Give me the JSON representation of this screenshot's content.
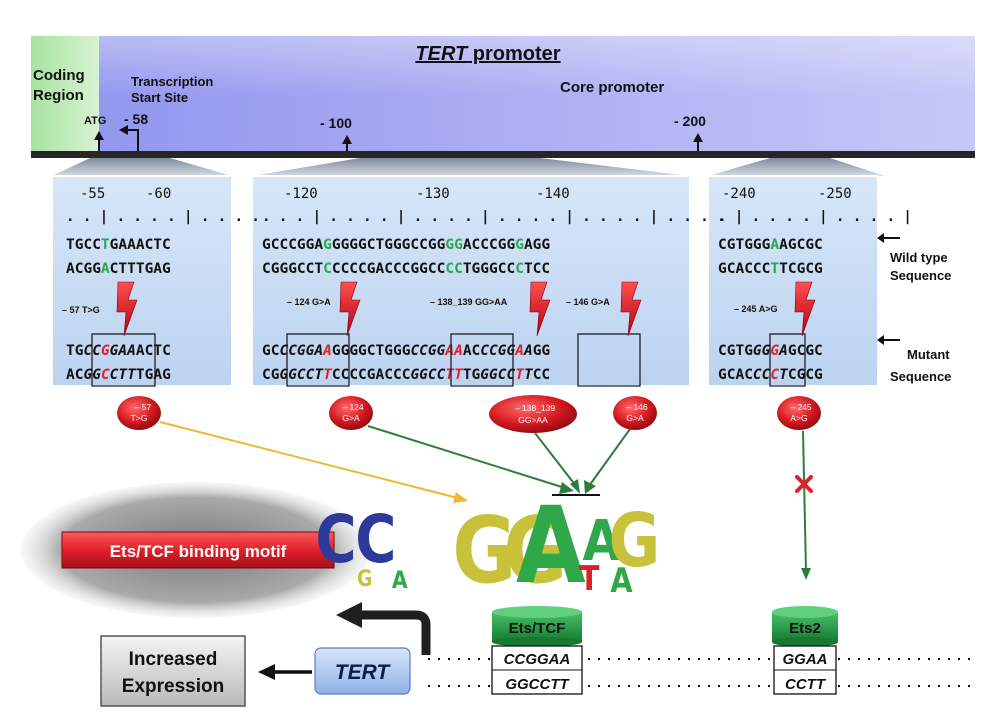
{
  "header": {
    "title_italic": "TERT",
    "title_rest": " promoter",
    "coding_region": [
      "Coding",
      "Region"
    ],
    "tss": [
      "Transcription",
      "Start Site"
    ],
    "core_promoter": "Core promoter",
    "atg": "ATG",
    "markers": [
      "- 58",
      "- 100",
      "- 200"
    ]
  },
  "panels": [
    {
      "ticks": [
        "-55",
        "-60"
      ],
      "scale": ". . | . . . . | . . . .",
      "wt1": [
        {
          "t": "TGCC"
        },
        {
          "t": "T",
          "g": 1
        },
        {
          "t": "GAAACTC"
        }
      ],
      "wt2": [
        {
          "t": "ACGG"
        },
        {
          "t": "A",
          "g": 1
        },
        {
          "t": "CTTTGAG"
        }
      ],
      "mut1": [
        {
          "t": "TG"
        },
        {
          "t": "CC",
          "i": 1
        },
        {
          "t": "G",
          "i": 1,
          "r": 1
        },
        {
          "t": "GAA",
          "i": 1
        },
        {
          "t": "ACTC"
        }
      ],
      "mut2": [
        {
          "t": "AC"
        },
        {
          "t": "GG",
          "i": 1
        },
        {
          "t": "C",
          "i": 1,
          "r": 1
        },
        {
          "t": "CTT",
          "i": 1
        },
        {
          "t": "TGAG"
        }
      ],
      "mutations": [
        "– 57 T>G"
      ]
    },
    {
      "ticks": [
        "-120",
        "-130",
        "-140"
      ],
      "scale": ". . . | . . . . | . . . . | . . . . | . . . . | . . . .",
      "wt1": [
        {
          "t": "GCCCGGA"
        },
        {
          "t": "G",
          "g": 1
        },
        {
          "t": "GGGGCTGGGCCGG"
        },
        {
          "t": "GG",
          "g": 1
        },
        {
          "t": "ACCCGG"
        },
        {
          "t": "G",
          "g": 1
        },
        {
          "t": "AGG"
        }
      ],
      "wt2": [
        {
          "t": "CGGGCCT"
        },
        {
          "t": "C",
          "g": 1
        },
        {
          "t": "CCCCGACCCGGCC"
        },
        {
          "t": "CC",
          "g": 1
        },
        {
          "t": "TGGGCC"
        },
        {
          "t": "C",
          "g": 1
        },
        {
          "t": "TCC"
        }
      ],
      "mut1": [
        {
          "t": "GC"
        },
        {
          "t": "CCGGA",
          "i": 1
        },
        {
          "t": "A",
          "i": 1,
          "r": 1
        },
        {
          "t": "GGGGCTGGG"
        },
        {
          "t": "CCGG",
          "i": 1
        },
        {
          "t": "AA",
          "i": 1,
          "r": 1
        },
        {
          "t": "AC"
        },
        {
          "t": "CCGG",
          "i": 1
        },
        {
          "t": "A",
          "i": 1,
          "r": 1
        },
        {
          "t": "A",
          "i": 1
        },
        {
          "t": "GG"
        }
      ],
      "mut2": [
        {
          "t": "CG"
        },
        {
          "t": "GGCCT",
          "i": 1
        },
        {
          "t": "T",
          "i": 1,
          "r": 1
        },
        {
          "t": "CCCCGACCC"
        },
        {
          "t": "GGCC",
          "i": 1
        },
        {
          "t": "TT",
          "i": 1,
          "r": 1
        },
        {
          "t": "TG"
        },
        {
          "t": "GGCC",
          "i": 1
        },
        {
          "t": "T",
          "i": 1,
          "r": 1
        },
        {
          "t": "T",
          "i": 1
        },
        {
          "t": "CC"
        }
      ],
      "mutations": [
        "– 124 G>A",
        "– 138_139 GG>AA",
        "– 146 G>A"
      ]
    },
    {
      "ticks": [
        "-240",
        "-250"
      ],
      "scale": ". | . . . . | . . . . |",
      "wt1": [
        {
          "t": "CGTGGG"
        },
        {
          "t": "A",
          "g": 1
        },
        {
          "t": "AGCGC"
        }
      ],
      "wt2": [
        {
          "t": "GCACCC"
        },
        {
          "t": "T",
          "g": 1
        },
        {
          "t": "TCGCG"
        }
      ],
      "mut1": [
        {
          "t": "CGTG"
        },
        {
          "t": "GG",
          "i": 1
        },
        {
          "t": "G",
          "i": 1,
          "r": 1
        },
        {
          "t": "A",
          "i": 1
        },
        {
          "t": "GCGC"
        }
      ],
      "mut2": [
        {
          "t": "GCAC"
        },
        {
          "t": "CC",
          "i": 1
        },
        {
          "t": "C",
          "i": 1,
          "r": 1
        },
        {
          "t": "T",
          "i": 1
        },
        {
          "t": "CGCG"
        }
      ],
      "mutations": [
        "– 245 A>G"
      ]
    }
  ],
  "side_labels": {
    "wild": [
      "Wild type",
      "Sequence"
    ],
    "mutant": [
      "Mutant",
      "Sequence"
    ]
  },
  "ovals": [
    [
      "– 57",
      "T>G"
    ],
    [
      "– 124",
      "G>A"
    ],
    [
      "– 138_139",
      "GG>AA"
    ],
    [
      "– 146",
      "G>A"
    ],
    [
      "– 245",
      "A>G"
    ]
  ],
  "motif": {
    "label": "Ets/TCF binding motif",
    "logo_main": [
      "C",
      "C",
      "G",
      "G",
      "A",
      "A",
      "G"
    ],
    "logo_lower": [
      "G",
      "A",
      "T",
      "A"
    ]
  },
  "factors": {
    "ets_tcf": "Ets/TCF",
    "ets2": "Ets2",
    "ets_tcf_seq": [
      "CCGGAA",
      "GGCCTT"
    ],
    "ets2_seq": [
      "GGAA",
      "CCTT"
    ]
  },
  "bottom": {
    "increased": [
      "Increased",
      "Expression"
    ],
    "tert": "TERT"
  },
  "colors": {
    "green_base": "#2aa84a",
    "red_base": "#e0202a",
    "arrow_yellow": "#f2b632",
    "arrow_green": "#2f7d3a",
    "panel_blue": "#c9dcf5",
    "header_purple": "#a6a6f0"
  }
}
